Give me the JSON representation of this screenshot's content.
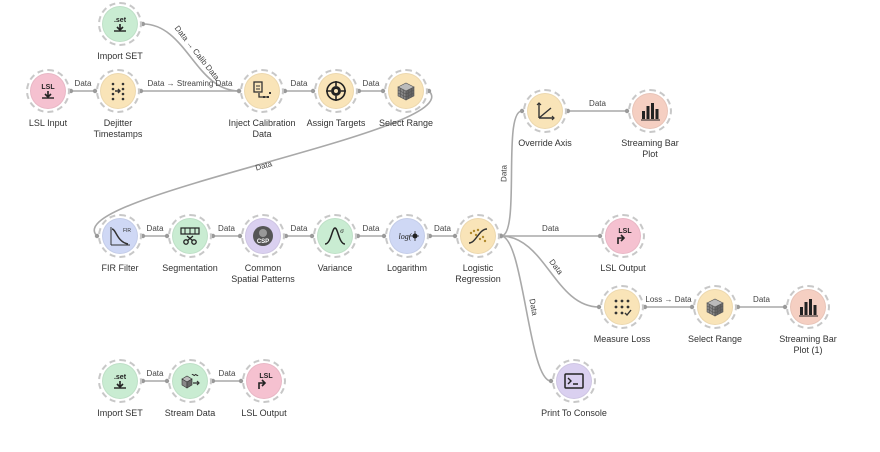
{
  "colors": {
    "data": "#f9e4b8",
    "io": "#f5c1d0",
    "stream": "#c9ecd2",
    "filter": "#cfd8f5",
    "csp": "#dad0f0",
    "viz": "#f5cfc2",
    "edge": "#a9a9a9"
  },
  "nodes": [
    {
      "id": "import-set-1",
      "label": "Import SET",
      "icon": "set-file-icon",
      "color": "#c9ecd2"
    },
    {
      "id": "lsl-input",
      "label": "LSL Input",
      "icon": "lsl-input-icon",
      "color": "#f5c1d0"
    },
    {
      "id": "dejitter",
      "label": "Dejitter\nTimestamps",
      "icon": "dejitter-icon",
      "color": "#f9e4b8"
    },
    {
      "id": "inject-calib",
      "label": "Inject Calibration\nData",
      "icon": "inject-calibration-icon",
      "color": "#f9e4b8"
    },
    {
      "id": "assign-targets",
      "label": "Assign Targets",
      "icon": "target-icon",
      "color": "#f9e4b8"
    },
    {
      "id": "select-range-1",
      "label": "Select Range",
      "icon": "cube-grid-icon",
      "color": "#f9e4b8"
    },
    {
      "id": "override-axis",
      "label": "Override Axis",
      "icon": "axis-icon",
      "color": "#f9e4b8"
    },
    {
      "id": "streaming-bar-1",
      "label": "Streaming Bar\nPlot",
      "icon": "bar-plot-icon",
      "color": "#f5cfc2"
    },
    {
      "id": "fir-filter",
      "label": "FIR Filter",
      "icon": "filter-icon",
      "color": "#cfd8f5"
    },
    {
      "id": "segmentation",
      "label": "Segmentation",
      "icon": "scissors-icon",
      "color": "#c9ecd2"
    },
    {
      "id": "csp",
      "label": "Common\nSpatial Patterns",
      "icon": "csp-icon",
      "color": "#dad0f0"
    },
    {
      "id": "variance",
      "label": "Variance",
      "icon": "variance-icon",
      "color": "#c9ecd2"
    },
    {
      "id": "logarithm",
      "label": "Logarithm",
      "icon": "log-icon",
      "color": "#cfd8f5"
    },
    {
      "id": "logreg",
      "label": "Logistic\nRegression",
      "icon": "logistic-icon",
      "color": "#f9e4b8"
    },
    {
      "id": "lsl-output-1",
      "label": "LSL Output",
      "icon": "lsl-output-icon",
      "color": "#f5c1d0"
    },
    {
      "id": "measure-loss",
      "label": "Measure Loss",
      "icon": "measure-loss-icon",
      "color": "#f9e4b8"
    },
    {
      "id": "select-range-2",
      "label": "Select Range",
      "icon": "cube-grid-icon",
      "color": "#f9e4b8"
    },
    {
      "id": "streaming-bar-2",
      "label": "Streaming Bar\nPlot (1)",
      "icon": "bar-plot-icon",
      "color": "#f5cfc2"
    },
    {
      "id": "print-console",
      "label": "Print To Console",
      "icon": "console-icon",
      "color": "#dad0f0"
    },
    {
      "id": "import-set-2",
      "label": "Import SET",
      "icon": "set-file-icon",
      "color": "#c9ecd2"
    },
    {
      "id": "stream-data",
      "label": "Stream Data",
      "icon": "stream-data-icon",
      "color": "#c9ecd2"
    },
    {
      "id": "lsl-output-2",
      "label": "LSL Output",
      "icon": "lsl-output-icon",
      "color": "#f5c1d0"
    }
  ],
  "links": [
    {
      "from": "import-set-1",
      "to": "inject-calib",
      "label": "Data → Calib Data"
    },
    {
      "from": "lsl-input",
      "to": "dejitter",
      "label": "Data"
    },
    {
      "from": "dejitter",
      "to": "inject-calib",
      "label": "Data → Streaming Data"
    },
    {
      "from": "inject-calib",
      "to": "assign-targets",
      "label": "Data"
    },
    {
      "from": "assign-targets",
      "to": "select-range-1",
      "label": "Data"
    },
    {
      "from": "select-range-1",
      "to": "fir-filter",
      "label": "Data"
    },
    {
      "from": "fir-filter",
      "to": "segmentation",
      "label": "Data"
    },
    {
      "from": "segmentation",
      "to": "csp",
      "label": "Data"
    },
    {
      "from": "csp",
      "to": "variance",
      "label": "Data"
    },
    {
      "from": "variance",
      "to": "logarithm",
      "label": "Data"
    },
    {
      "from": "logarithm",
      "to": "logreg",
      "label": "Data"
    },
    {
      "from": "logreg",
      "to": "override-axis",
      "label": "Data"
    },
    {
      "from": "override-axis",
      "to": "streaming-bar-1",
      "label": "Data"
    },
    {
      "from": "logreg",
      "to": "lsl-output-1",
      "label": "Data"
    },
    {
      "from": "logreg",
      "to": "measure-loss",
      "label": "Data"
    },
    {
      "from": "logreg",
      "to": "print-console",
      "label": "Data"
    },
    {
      "from": "measure-loss",
      "to": "select-range-2",
      "label": "Loss → Data"
    },
    {
      "from": "select-range-2",
      "to": "streaming-bar-2",
      "label": "Data"
    },
    {
      "from": "import-set-2",
      "to": "stream-data",
      "label": "Data"
    },
    {
      "from": "stream-data",
      "to": "lsl-output-2",
      "label": "Data"
    }
  ]
}
